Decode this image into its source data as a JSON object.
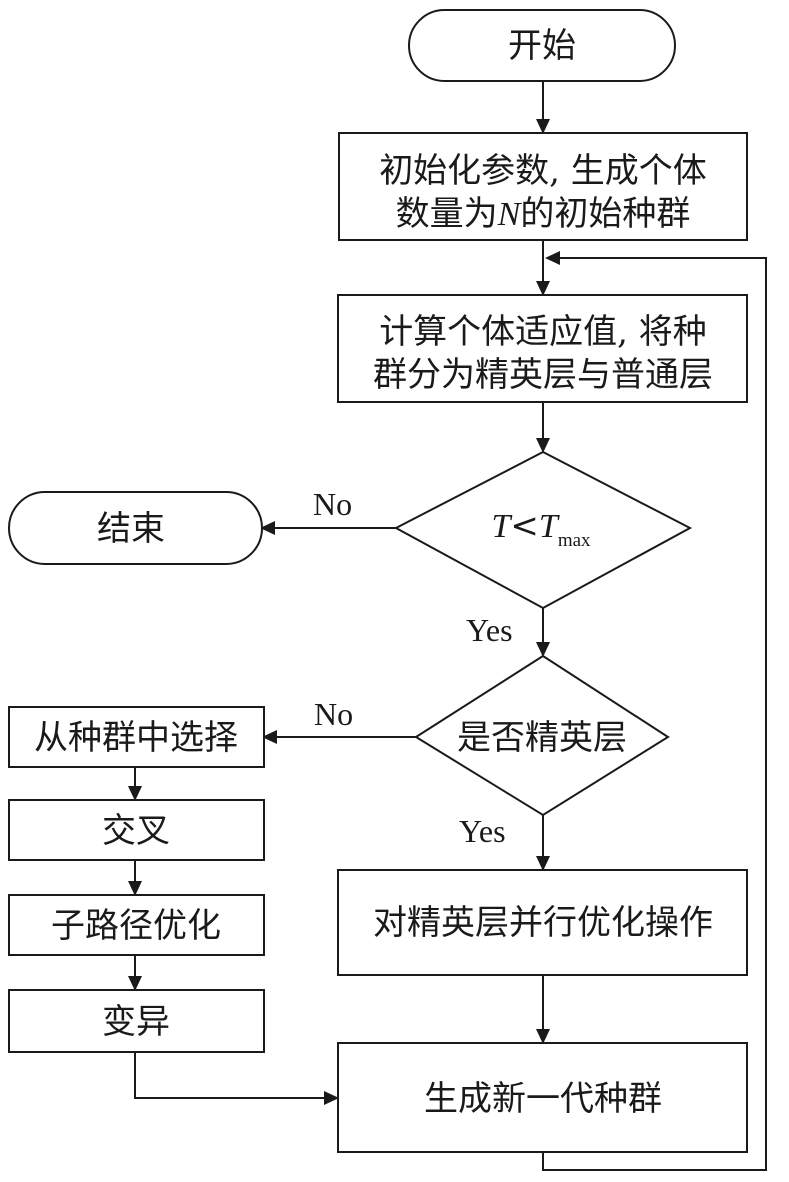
{
  "nodes": {
    "start": "开始",
    "init_line1": "初始化参数, 生成个体",
    "init_line2_pre": "数量为",
    "init_var": "N",
    "init_line2_post": "的初始种群",
    "fitness_line1": "计算个体适应值, 将种",
    "fitness_line2": "群分为精英层与普通层",
    "end": "结束",
    "cond_var": "T",
    "cond_op": "<",
    "cond_var2": "T",
    "cond_sub": "max",
    "elite_check": "是否精英层",
    "select": "从种群中选择",
    "crossover": "交叉",
    "subpath_opt": "子路径优化",
    "mutation": "变异",
    "elite_parallel": "对精英层并行优化操作",
    "new_gen": "生成新一代种群"
  },
  "edges": {
    "cond_no": "No",
    "cond_yes": "Yes",
    "elite_no": "No",
    "elite_yes": "Yes"
  }
}
